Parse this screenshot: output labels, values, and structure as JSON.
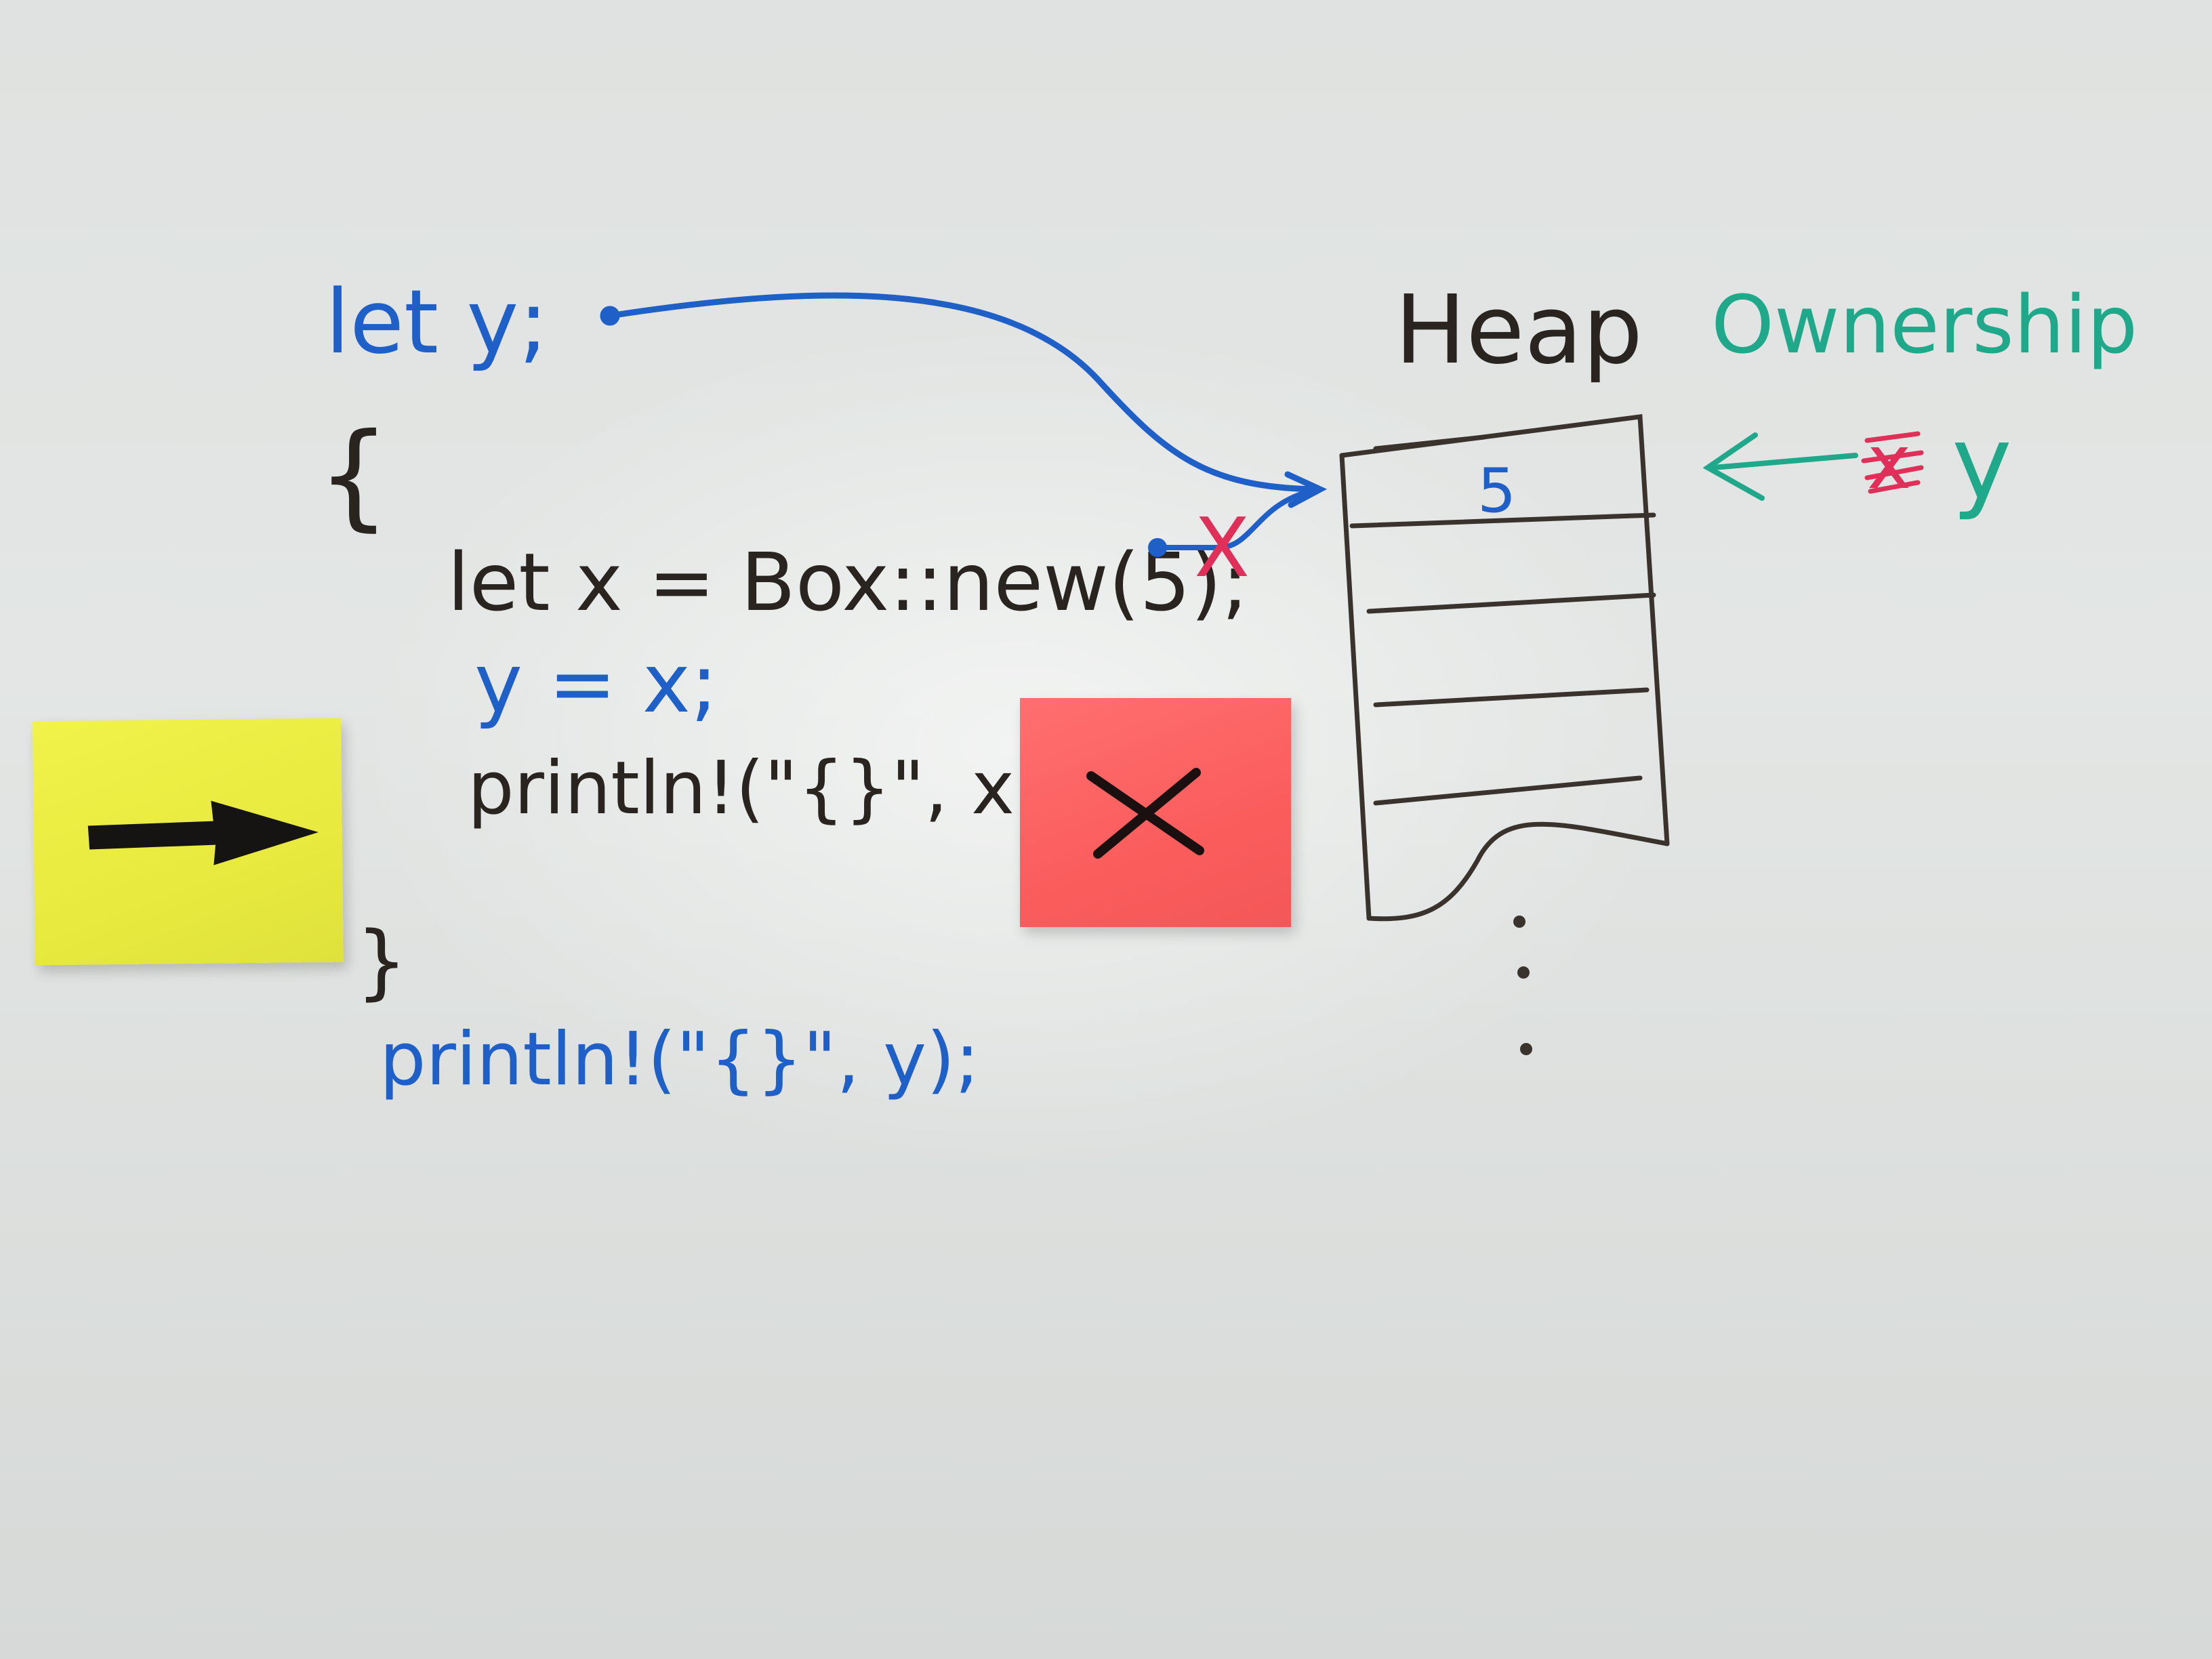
{
  "board": {
    "code_lines": {
      "let_y": "let y;",
      "open_brace": "{",
      "let_x": "let x = Box::new(5);",
      "assign": "y = x;",
      "print_x": "println!(\"{}\", x);",
      "close_brace": "}",
      "print_y": "println!(\"{}\", y);"
    },
    "heap": {
      "title": "Heap",
      "value": "5",
      "continuation": "⋮"
    },
    "ownership": {
      "title": "Ownership",
      "struck_owner": "x",
      "owner": "y",
      "arrow": "←"
    },
    "moved_mark": "X",
    "colors": {
      "blue_marker": "#1f5fc8",
      "black_marker": "#2a2420",
      "green_marker": "#1fa88a",
      "red_marker": "#e0305a",
      "yellow_note": "#eceb45",
      "red_note": "#fb5f5f"
    },
    "sticky_notes": {
      "yellow": "arrow-right-icon",
      "red": "cross-icon"
    }
  }
}
